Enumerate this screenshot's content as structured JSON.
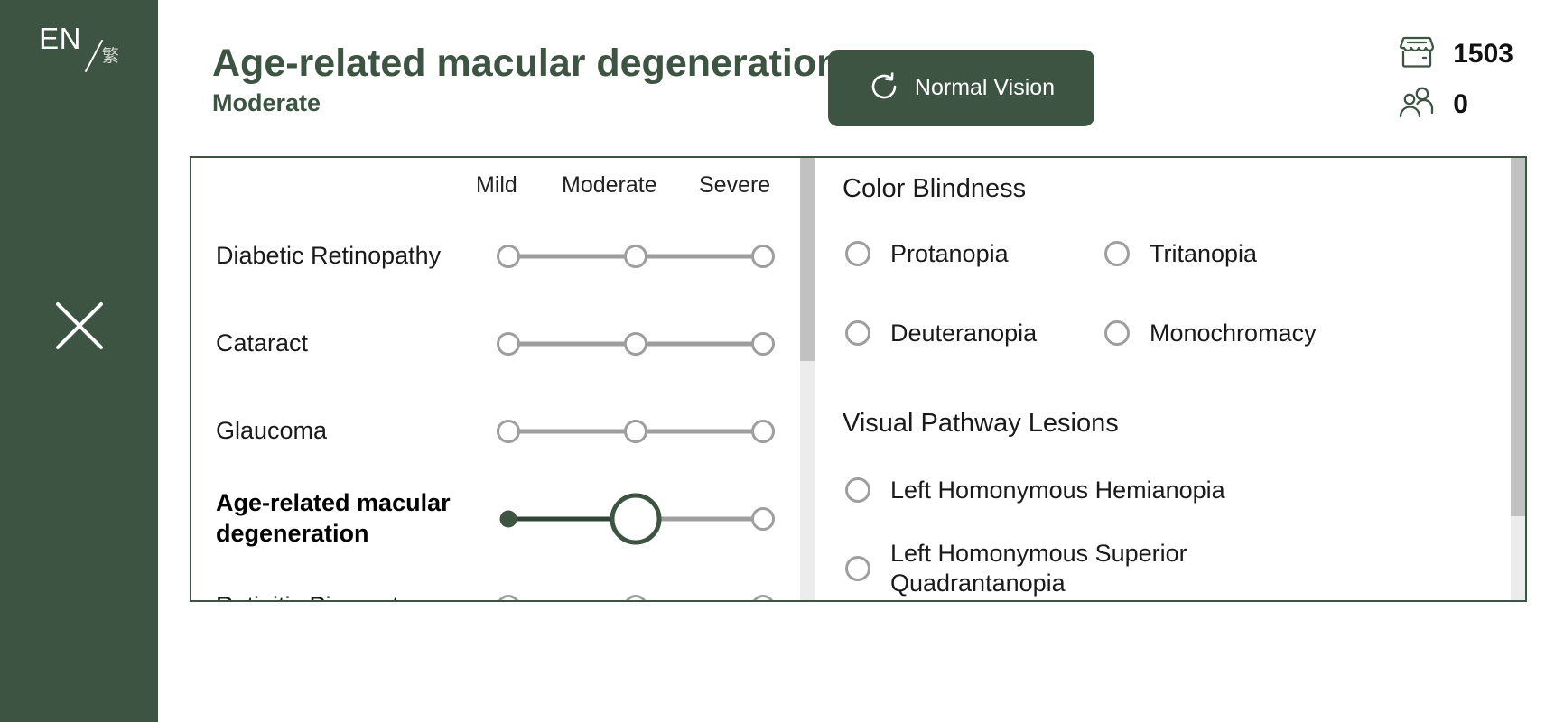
{
  "theme": {
    "green": "#3d5442",
    "dark_green": "#2f4434",
    "gray": "#9e9e9e",
    "track_gray": "#c1c1c1"
  },
  "sidebar": {
    "language_toggle": {
      "primary": "EN",
      "secondary": "繁",
      "icon": "language-toggle"
    },
    "close_icon": "close-icon"
  },
  "header": {
    "title": "Age-related macular degeneration",
    "subtitle": "Moderate",
    "reset_button": {
      "label": "Normal Vision",
      "icon": "reset-icon"
    },
    "counters": [
      {
        "icon": "store-icon",
        "value": "1503"
      },
      {
        "icon": "people-icon",
        "value": "0"
      }
    ]
  },
  "left_panel": {
    "severity_labels": [
      "Mild",
      "Moderate",
      "Severe"
    ],
    "conditions": [
      {
        "name": "Diabetic Retinopathy",
        "value": 0,
        "active": false
      },
      {
        "name": "Cataract",
        "value": 0,
        "active": false
      },
      {
        "name": "Glaucoma",
        "value": 0,
        "active": false
      },
      {
        "name": "Age-related macular degeneration",
        "value": 2,
        "active": true
      },
      {
        "name": "Retinitis Pigmentosa",
        "value": 0,
        "active": false
      }
    ],
    "scrollbar": {
      "thumb_top_pct": 0,
      "thumb_height_pct": 46
    }
  },
  "right_panel": {
    "sections": [
      {
        "title": "Color Blindness",
        "options": [
          {
            "label": "Protanopia",
            "selected": false
          },
          {
            "label": "Tritanopia",
            "selected": false
          },
          {
            "label": "Deuteranopia",
            "selected": false
          },
          {
            "label": "Monochromacy",
            "selected": false
          }
        ]
      },
      {
        "title": "Visual Pathway Lesions",
        "options": [
          {
            "label": "Left Homonymous Hemianopia",
            "selected": false
          },
          {
            "label": "Left Homonymous Superior\nQuadrantanopia",
            "selected": false
          }
        ]
      }
    ],
    "scrollbar": {
      "thumb_top_pct": 0,
      "thumb_height_pct": 81
    }
  }
}
